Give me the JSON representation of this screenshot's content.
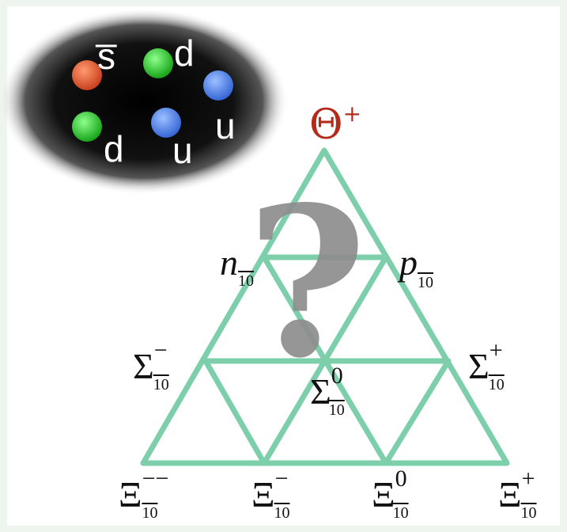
{
  "colors": {
    "frame": "#eef4ee",
    "lines": "#7ccfaa",
    "theta": "#b32b1a",
    "question_mark": "#8d8d8d",
    "quark_s": "#e0552d",
    "quark_d": "#2ec22e",
    "quark_u": "#4a7fe8"
  },
  "pentaquark": {
    "quarks": [
      {
        "flavor": "s",
        "color": "red",
        "label": "s̅"
      },
      {
        "flavor": "d",
        "color": "green",
        "label": "d"
      },
      {
        "flavor": "u",
        "color": "blue",
        "label": "u"
      },
      {
        "flavor": "d",
        "color": "green",
        "label": "d"
      },
      {
        "flavor": "u",
        "color": "blue",
        "label": "u"
      }
    ]
  },
  "question_mark": "?",
  "particles": {
    "theta": {
      "base": "Θ",
      "sup": "+",
      "sub": ""
    },
    "n": {
      "base": "n",
      "sup": "",
      "sub": "10"
    },
    "p": {
      "base": "p",
      "sup": "",
      "sub": "10"
    },
    "sigma_minus": {
      "base": "Σ",
      "sup": "−",
      "sub": "10"
    },
    "sigma_zero": {
      "base": "Σ",
      "sup": "0",
      "sub": "10"
    },
    "sigma_plus": {
      "base": "Σ",
      "sup": "+",
      "sub": "10"
    },
    "xi_mm": {
      "base": "Ξ",
      "sup": "−−",
      "sub": "10"
    },
    "xi_minus": {
      "base": "Ξ",
      "sup": "−",
      "sub": "10"
    },
    "xi_zero": {
      "base": "Ξ",
      "sup": "0",
      "sub": "10"
    },
    "xi_plus": {
      "base": "Ξ",
      "sup": "+",
      "sub": "10"
    }
  }
}
